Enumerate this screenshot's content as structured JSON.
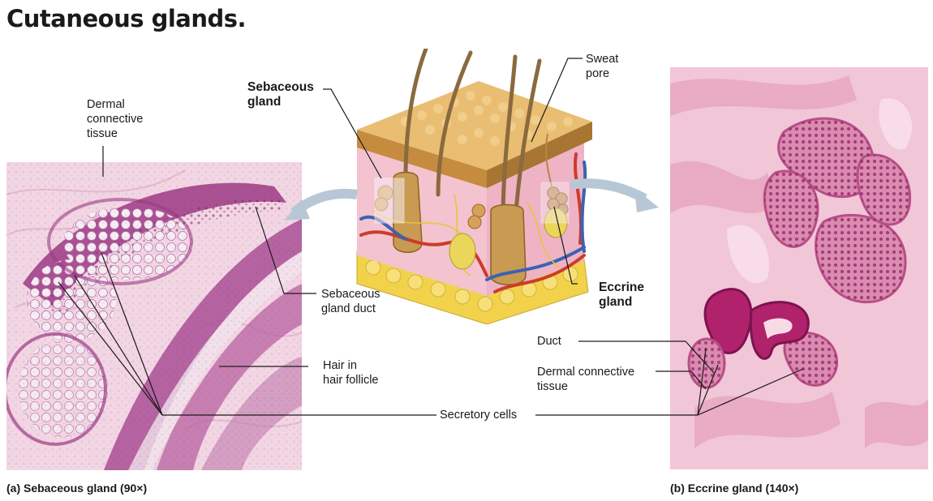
{
  "title": "Cutaneous glands.",
  "labels": {
    "dermal_connective_tissue_left": [
      "Dermal",
      "connective",
      "tissue"
    ],
    "sebaceous_gland": [
      "Sebaceous",
      "gland"
    ],
    "sweat_pore": [
      "Sweat",
      "pore"
    ],
    "sebaceous_gland_duct": [
      "Sebaceous",
      "gland duct"
    ],
    "eccrine_gland": [
      "Eccrine",
      "gland"
    ],
    "hair_in_follicle": [
      "Hair in",
      "hair follicle"
    ],
    "duct": "Duct",
    "dermal_connective_tissue_right": [
      "Dermal connective",
      "tissue"
    ],
    "secretory_cells": "Secretory cells"
  },
  "captions": {
    "a": "(a) Sebaceous gland (90×)",
    "b": "(b) Eccrine gland (140×)"
  },
  "colors": {
    "stain_pink": "#f0c4d4",
    "stain_purple": "#9c3a84",
    "skin_tan": "#e3b36a",
    "fat_yellow": "#f2d24a",
    "artery_red": "#cc3b2c",
    "vein_blue": "#3a63b0",
    "arrow_gray": "#b8c7d6"
  }
}
